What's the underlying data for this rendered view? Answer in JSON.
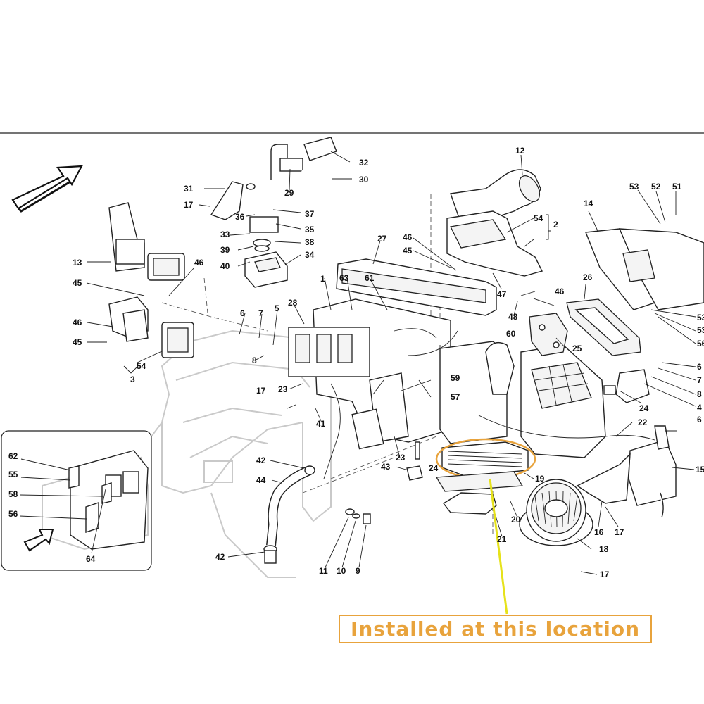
{
  "callout": {
    "text": "Installed at this location",
    "border_color": "#e8a33c",
    "pointer_color": "#e6e21a"
  },
  "diagram": {
    "labels": [
      "1",
      "2",
      "3",
      "5",
      "6",
      "7",
      "8",
      "9",
      "10",
      "11",
      "12",
      "13",
      "14",
      "15",
      "16",
      "17",
      "17",
      "17",
      "17",
      "18",
      "19",
      "20",
      "21",
      "22",
      "23",
      "23",
      "24",
      "24",
      "25",
      "26",
      "27",
      "28",
      "29",
      "30",
      "31",
      "32",
      "33",
      "34",
      "35",
      "36",
      "37",
      "38",
      "39",
      "40",
      "41",
      "42",
      "42",
      "43",
      "44",
      "45",
      "45",
      "45",
      "46",
      "46",
      "46",
      "46",
      "47",
      "48",
      "51",
      "52",
      "53",
      "53",
      "53",
      "54",
      "54",
      "55",
      "56",
      "56",
      "57",
      "58",
      "59",
      "60",
      "61",
      "62",
      "63",
      "64",
      "6",
      "7",
      "8",
      "4",
      "6"
    ],
    "bracket_label_2": "2",
    "bracket_label_3": "3"
  }
}
